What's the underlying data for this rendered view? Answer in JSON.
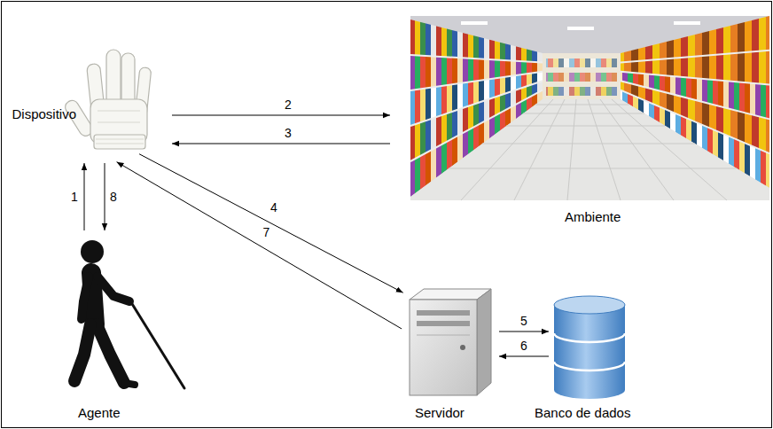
{
  "diagram": {
    "nodes": [
      {
        "text": [
          "Dispositivo"
        ]
      },
      {
        "text": [
          "Ambiente"
        ]
      },
      {
        "text": [
          "Agente"
        ]
      },
      {
        "text": [
          "Servidor"
        ]
      },
      {
        "text": [
          "Banco de dados"
        ]
      }
    ],
    "edges": [
      {
        "from": 2,
        "to": 0,
        "arrow": "to",
        "label": "1"
      },
      {
        "from": 0,
        "to": 1,
        "arrow": "to",
        "label": "2"
      },
      {
        "from": 1,
        "to": 0,
        "arrow": "to",
        "label": "3"
      },
      {
        "from": 0,
        "to": 3,
        "arrow": "to",
        "label": "4"
      },
      {
        "from": 3,
        "to": 4,
        "arrow": "to",
        "label": "5"
      },
      {
        "from": 4,
        "to": 3,
        "arrow": "to",
        "label": "6"
      },
      {
        "from": 3,
        "to": 0,
        "arrow": "to",
        "label": "7"
      },
      {
        "from": 0,
        "to": 2,
        "arrow": "to",
        "label": "8"
      }
    ]
  }
}
